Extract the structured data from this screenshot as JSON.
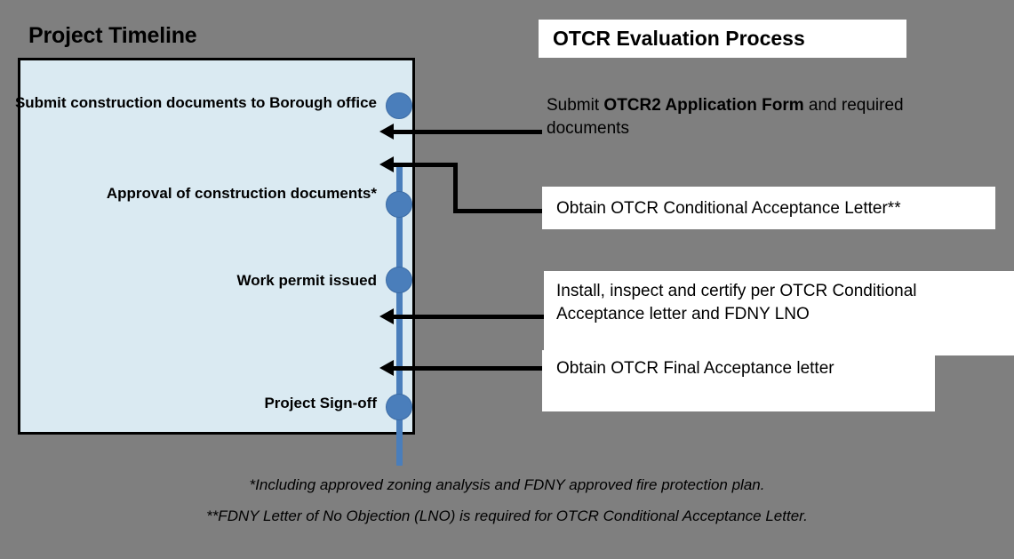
{
  "timeline": {
    "title": "Project Timeline",
    "panel_fill": "#daeaf2",
    "spine_color": "#4a7ebb",
    "milestones": [
      {
        "label": "Submit construction documents to Borough office"
      },
      {
        "label": "Approval of construction documents*"
      },
      {
        "label": "Work permit issued"
      },
      {
        "label": "Project Sign-off"
      }
    ]
  },
  "process": {
    "title": "OTCR Evaluation Process",
    "steps": [
      {
        "text_prefix": "Submit ",
        "text_bold": "OTCR2 Application Form",
        "text_suffix": " and required documents",
        "boxed": "false"
      },
      {
        "text": "Obtain OTCR Conditional Acceptance Letter**",
        "boxed": "true"
      },
      {
        "text": "Install, inspect and certify per OTCR Conditional Acceptance letter and FDNY LNO",
        "boxed": "true"
      },
      {
        "text": "Obtain OTCR Final Acceptance letter",
        "boxed": "true"
      }
    ]
  },
  "footnotes": [
    "*Including approved zoning analysis and FDNY approved fire protection plan.",
    "**FDNY Letter of No Objection (LNO) is required for OTCR Conditional Acceptance Letter."
  ],
  "colors": {
    "background": "#7f7f7f",
    "panel": "#daeaf2",
    "accent": "#4a7ebb",
    "box": "#ffffff",
    "ink": "#000000"
  }
}
